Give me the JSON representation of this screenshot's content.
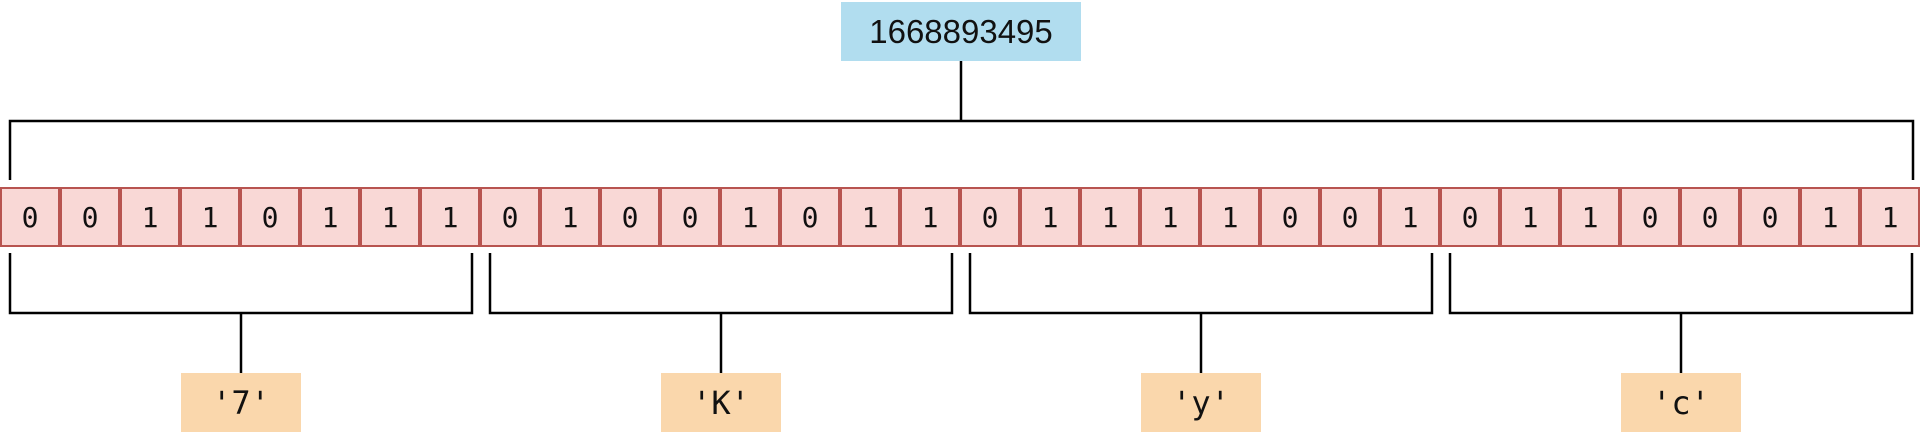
{
  "number": "1668893495",
  "bytes": [
    {
      "bits": [
        "0",
        "0",
        "1",
        "1",
        "0",
        "1",
        "1",
        "1"
      ],
      "char": "'7'"
    },
    {
      "bits": [
        "0",
        "1",
        "0",
        "0",
        "1",
        "0",
        "1",
        "1"
      ],
      "char": "'K'"
    },
    {
      "bits": [
        "0",
        "1",
        "1",
        "1",
        "1",
        "0",
        "0",
        "1"
      ],
      "char": "'y'"
    },
    {
      "bits": [
        "0",
        "1",
        "1",
        "0",
        "0",
        "0",
        "1",
        "1"
      ],
      "char": "'c'"
    }
  ],
  "colors": {
    "number_fill": "#b1ddef",
    "bit_fill": "#f9d8d6",
    "bit_border": "#b85450",
    "char_fill": "#fad7ac",
    "line": "#000000"
  }
}
